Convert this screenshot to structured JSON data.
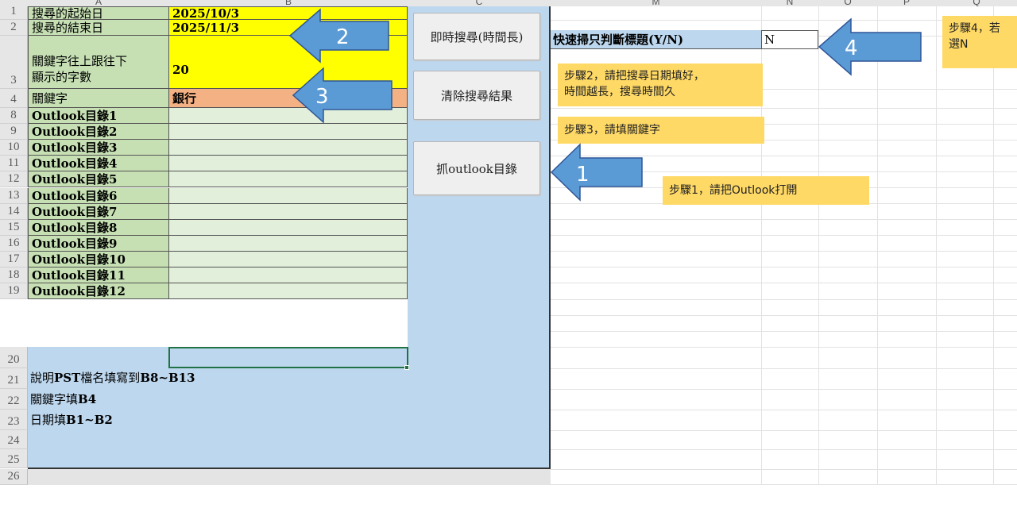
{
  "columns": [
    "A",
    "B",
    "C",
    "M",
    "N",
    "O",
    "P",
    "Q"
  ],
  "rows": {
    "r1": {
      "num": "1",
      "label": "搜尋的起始日",
      "value": "2025/10/3"
    },
    "r2": {
      "num": "2",
      "label": "搜尋的結束日",
      "value": "2025/11/3"
    },
    "r3": {
      "num": "3",
      "label_line1": "關鍵字往上跟往下",
      "label_line2": "顯示的字數",
      "value": "20"
    },
    "r4": {
      "num": "4",
      "label": "關鍵字",
      "value": "銀行"
    }
  },
  "outlook_rows": [
    {
      "num": "8",
      "label": "Outlook目錄1"
    },
    {
      "num": "9",
      "label": "Outlook目錄2"
    },
    {
      "num": "10",
      "label": "Outlook目錄3"
    },
    {
      "num": "11",
      "label": "Outlook目錄4"
    },
    {
      "num": "12",
      "label": "Outlook目錄5"
    },
    {
      "num": "13",
      "label": "Outlook目錄6"
    },
    {
      "num": "14",
      "label": "Outlook目錄7"
    },
    {
      "num": "15",
      "label": "Outlook目錄8"
    },
    {
      "num": "16",
      "label": "Outlook目錄9"
    },
    {
      "num": "17",
      "label": "Outlook目錄10"
    },
    {
      "num": "18",
      "label": "Outlook目錄11"
    },
    {
      "num": "19",
      "label": "Outlook目錄12"
    }
  ],
  "tail_rows": [
    "20",
    "21",
    "22",
    "23",
    "24",
    "25",
    "26"
  ],
  "instructions": {
    "line1_pre": "說明",
    "line1_bold": "PST",
    "line1_mid": "檔名填寫到",
    "line1_bold2": "B8~B13",
    "line2_pre": "關鍵字填",
    "line2_bold": "B4",
    "line3_pre": "日期填",
    "line3_bold": "B1~B2"
  },
  "buttons": {
    "instant_search": "即時搜尋(時間長)",
    "clear_results": "清除搜尋結果",
    "fetch_outlook": "抓outlook目錄"
  },
  "quick_scan": {
    "label": "快速掃只判斷標題(Y/N)",
    "value": "N"
  },
  "arrows": {
    "a1": "1",
    "a2": "2",
    "a3": "3",
    "a4": "4"
  },
  "notes": {
    "step2_line1": "步驟2，請把搜尋日期填好，",
    "step2_line2": "時間越長，搜尋時間久",
    "step3": "步驟3，請填關鍵字",
    "step1": "步驟1，請把Outlook打開",
    "step4_line1": "步驟4，若",
    "step4_line2": "選N"
  },
  "colors": {
    "header_green": "#c6e0b4",
    "input_yellow": "#ffff00",
    "keyword_orange": "#f4b183",
    "light_green": "#e2efda",
    "panel_blue": "#bdd7ee",
    "note_yellow": "#ffd966",
    "arrow_blue": "#5b9bd5"
  }
}
